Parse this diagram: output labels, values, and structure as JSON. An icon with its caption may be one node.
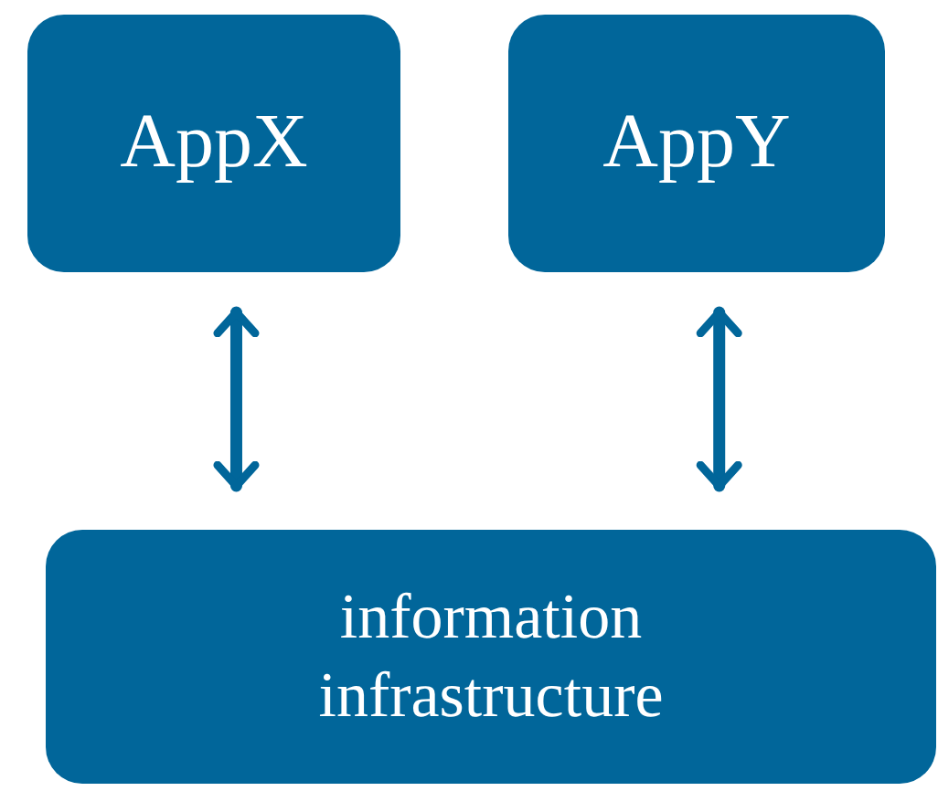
{
  "diagram": {
    "nodes": [
      {
        "text": [
          "AppX"
        ]
      },
      {
        "text": [
          "AppY"
        ]
      },
      {
        "text": [
          "information infrastructure"
        ]
      }
    ],
    "edges": [
      {
        "from": 0,
        "to": 2,
        "arrow": "both"
      },
      {
        "from": 1,
        "to": 2,
        "arrow": "both"
      }
    ]
  }
}
